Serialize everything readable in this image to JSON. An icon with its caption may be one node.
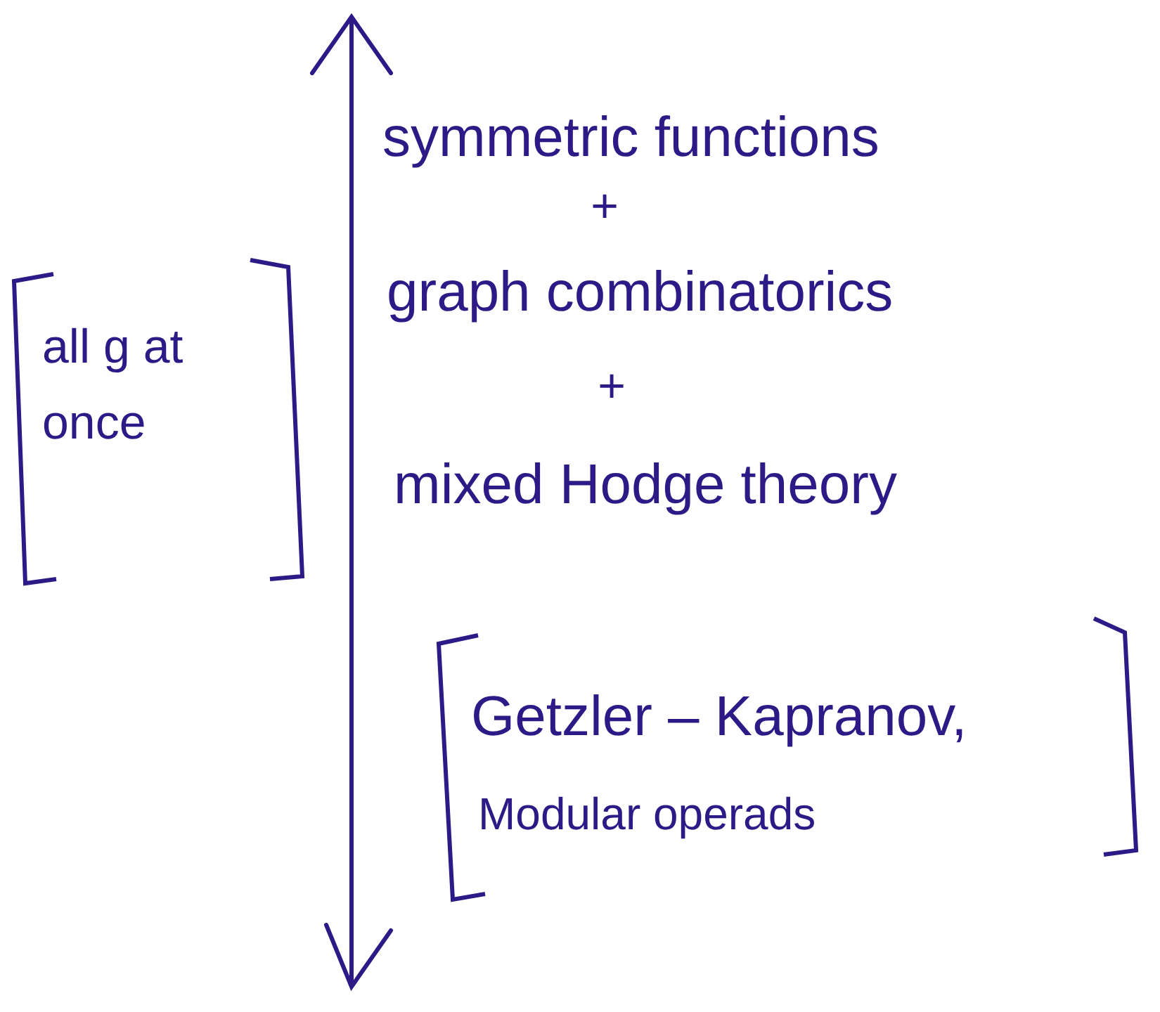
{
  "diagram": {
    "labels": [
      "all g at once",
      "symmetric functions",
      "+",
      "graph combinatorics",
      "+",
      "mixed Hodge theory",
      "Getzler – Kapranov,",
      "Modular operads"
    ]
  }
}
